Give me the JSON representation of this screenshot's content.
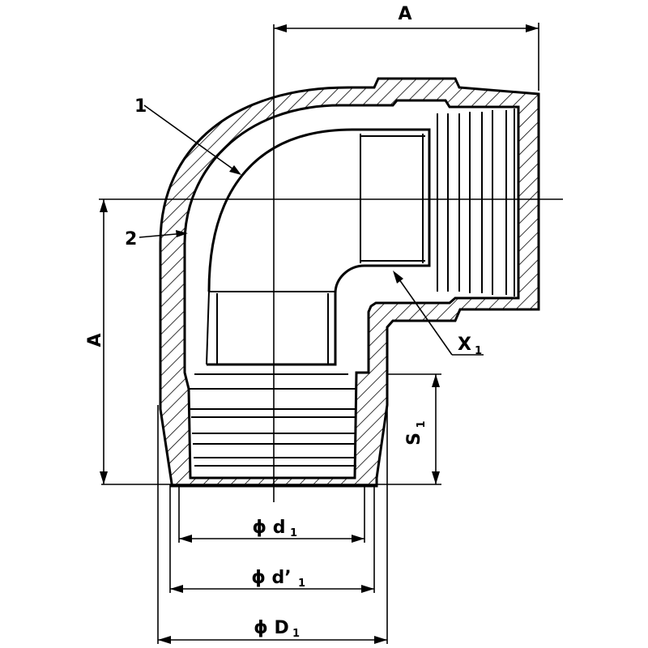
{
  "labels": {
    "dim_a_top": "A",
    "dim_a_left": "A",
    "part_1": "1",
    "part_2": "2",
    "x1": "X",
    "x1_sub": "1",
    "s1": "S",
    "s1_sub": "1",
    "d1": "ϕ d",
    "d1_sub": "1",
    "d1_prime": "ϕ d’",
    "d1_prime_sub": "1",
    "D1": "ϕ D",
    "D1_sub": "1"
  }
}
